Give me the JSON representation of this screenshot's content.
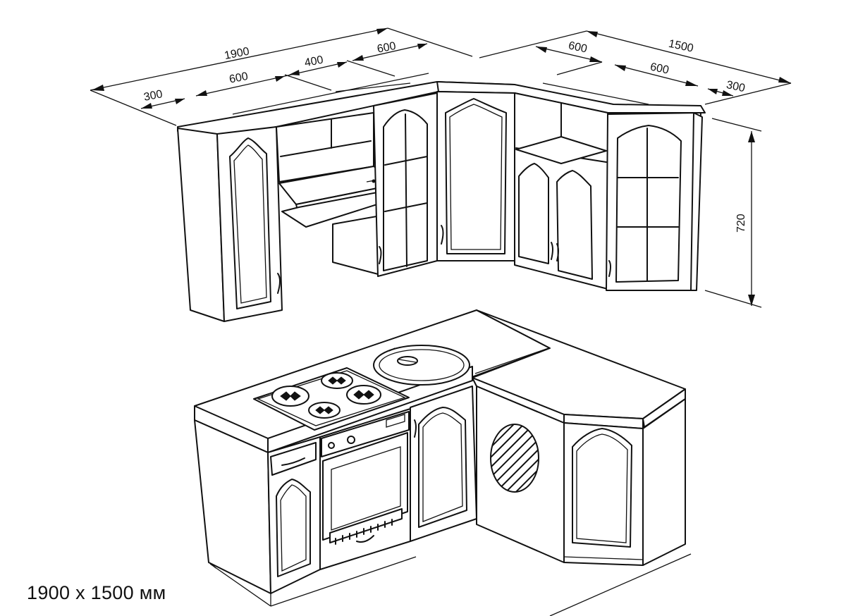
{
  "dimensions": {
    "upper_total_left": "1900",
    "upper_seg_300": "300",
    "upper_seg_600_a": "600",
    "upper_seg_400": "400",
    "upper_seg_600_b": "600",
    "upper_total_right": "1500",
    "right_seg_600_a": "600",
    "right_seg_600_b": "600",
    "right_seg_300": "300",
    "height_720": "720"
  },
  "caption": "1900 x 1500 мм"
}
